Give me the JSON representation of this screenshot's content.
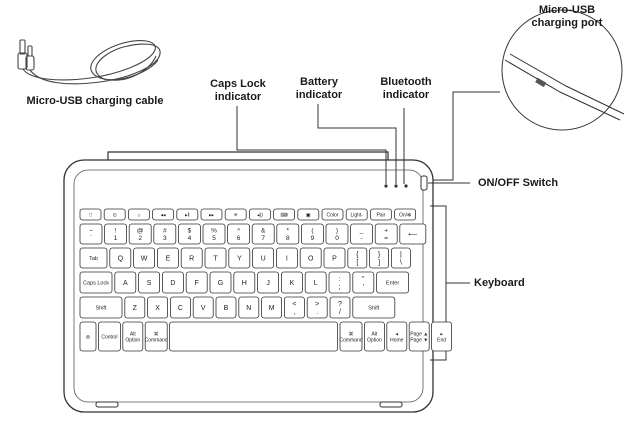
{
  "labels": {
    "cable": "Micro-USB charging cable",
    "port": "Micro-USB\ncharging port",
    "caps_indicator": "Caps Lock\nindicator",
    "battery_indicator": "Battery\nindicator",
    "bt_indicator": "Bluetooth\nindicator",
    "onoff": "ON/OFF Switch",
    "keyboard": "Keyboard"
  },
  "keyboard": {
    "fn_row": [
      "□",
      "⊙",
      "☼",
      "◂◂",
      "▸‖",
      "▸▸",
      "✳",
      "◂))",
      "⌨",
      "▣",
      "Color",
      "Light-",
      "Pair",
      "On/✻"
    ],
    "num_row": [
      {
        "top": "~",
        "bot": "`"
      },
      {
        "top": "!",
        "bot": "1"
      },
      {
        "top": "@",
        "bot": "2"
      },
      {
        "top": "#",
        "bot": "3"
      },
      {
        "top": "$",
        "bot": "4"
      },
      {
        "top": "%",
        "bot": "5"
      },
      {
        "top": "^",
        "bot": "6"
      },
      {
        "top": "&",
        "bot": "7"
      },
      {
        "top": "*",
        "bot": "8"
      },
      {
        "top": "(",
        "bot": "9"
      },
      {
        "top": ")",
        "bot": "0"
      },
      {
        "top": "_",
        "bot": "-"
      },
      {
        "top": "+",
        "bot": "="
      },
      {
        "top": "",
        "bot": "⟵"
      }
    ],
    "qwerty_row": [
      "Tab",
      "Q",
      "W",
      "E",
      "R",
      "T",
      "Y",
      "U",
      "I",
      "O",
      "P",
      "{ [",
      "} ]",
      "| \\"
    ],
    "home_row": [
      "Caps Lock",
      "A",
      "S",
      "D",
      "F",
      "G",
      "H",
      "J",
      "K",
      "L",
      ": ;",
      "\" '",
      "Enter"
    ],
    "shift_row": [
      "Shift",
      "Z",
      "X",
      "C",
      "V",
      "B",
      "N",
      "M",
      "< ,",
      "> .",
      "? /",
      "Shift"
    ],
    "bottom_row": [
      "⊕",
      "Control",
      "Alt\nOption",
      "⌘\nCommand",
      "",
      "⌘\nCommand",
      "Alt\nOption",
      "◂\nHome",
      "Page ▲\nPage ▼",
      "▸\nEnd"
    ]
  }
}
